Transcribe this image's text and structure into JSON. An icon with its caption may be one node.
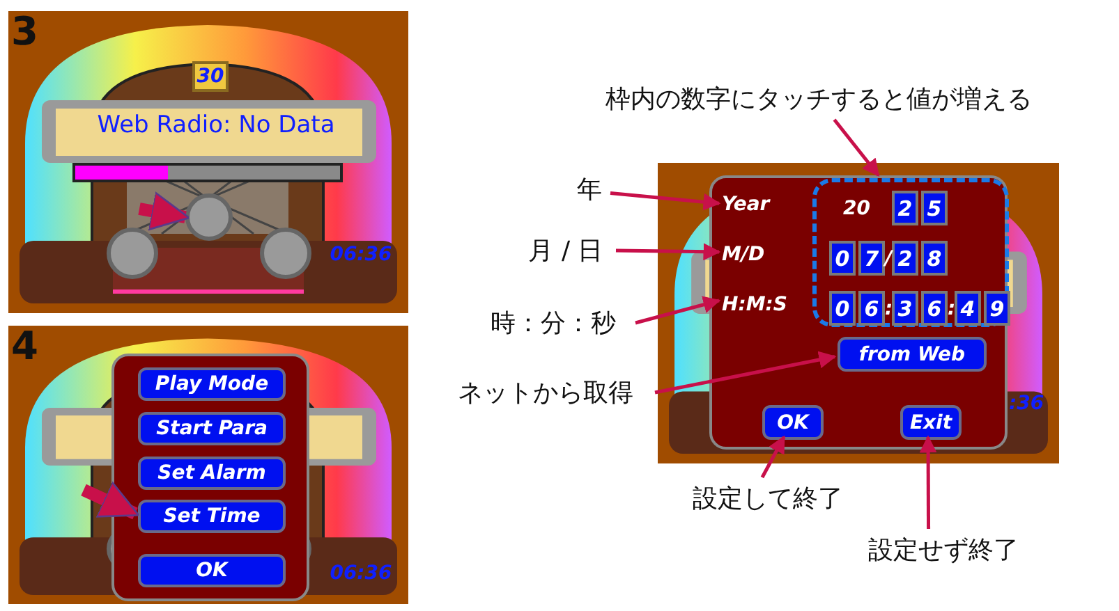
{
  "diagram": {
    "nodes": [
      {
        "text": [],
        "shape": "picture"
      },
      {
        "text": [
          "30"
        ],
        "in": 0
      },
      {
        "text": [
          "Web Radio: No Data"
        ],
        "in": 0
      },
      {
        "text": [],
        "shape": "bar",
        "in": 0
      },
      {
        "text": [],
        "shape": "circle",
        "in": 0
      },
      {
        "text": [
          "06:36"
        ],
        "in": 0
      },
      {
        "text": [],
        "shape": "picture"
      },
      {
        "text": [],
        "shape": "box",
        "in": 6
      },
      {
        "text": [
          "Play Mode"
        ],
        "in": 7
      },
      {
        "text": [
          "Start Para"
        ],
        "in": 7
      },
      {
        "text": [
          "Set Alarm"
        ],
        "in": 7
      },
      {
        "text": [
          "Set Time"
        ],
        "in": 7
      },
      {
        "text": [
          "OK"
        ],
        "in": 7
      },
      {
        "text": [
          "06:36"
        ],
        "in": 6
      },
      {
        "text": [],
        "shape": "picture"
      },
      {
        "text": [],
        "shape": "box",
        "in": 14
      },
      {
        "text": [
          "Year"
        ],
        "in": 15
      },
      {
        "text": [
          "M/D"
        ],
        "in": 15
      },
      {
        "text": [
          "H:M:S"
        ],
        "in": 15
      },
      {
        "text": [],
        "shape": "box",
        "in": 15
      },
      {
        "text": [
          "2"
        ],
        "in": 19
      },
      {
        "text": [
          "5"
        ],
        "in": 19
      },
      {
        "text": [
          "0"
        ],
        "in": 19
      },
      {
        "text": [
          "7"
        ],
        "in": 19
      },
      {
        "text": [
          "2"
        ],
        "in": 19
      },
      {
        "text": [
          "8"
        ],
        "in": 19
      },
      {
        "text": [
          "0"
        ],
        "in": 19
      },
      {
        "text": [
          "6"
        ],
        "in": 19
      },
      {
        "text": [
          "3"
        ],
        "in": 19
      },
      {
        "text": [
          "6"
        ],
        "in": 19
      },
      {
        "text": [
          "4"
        ],
        "in": 19
      },
      {
        "text": [
          "9"
        ],
        "in": 19
      },
      {
        "text": [
          "from Web"
        ],
        "in": 15
      },
      {
        "text": [
          "OK"
        ],
        "in": 15
      },
      {
        "text": [
          "Exit"
        ],
        "in": 15
      },
      {
        "text": [
          "枠内の数字にタッチすると値が増える"
        ]
      },
      {
        "text": [
          "年"
        ]
      },
      {
        "text": [
          "月 / 日"
        ]
      },
      {
        "text": [
          "時：分：秒"
        ]
      },
      {
        "text": [
          "ネットから取得"
        ]
      },
      {
        "text": [
          "設定して終了"
        ]
      },
      {
        "text": [
          "設定せず終了"
        ]
      }
    ],
    "edges": [
      {
        "from": null,
        "to": 4,
        "arrow": "to",
        "style": "thick"
      },
      {
        "from": null,
        "to": 11,
        "arrow": "to",
        "style": "thick"
      },
      {
        "from": 35,
        "to": 19,
        "arrow": "to"
      },
      {
        "from": 36,
        "to": 16,
        "arrow": "to"
      },
      {
        "from": 37,
        "to": 17,
        "arrow": "to"
      },
      {
        "from": 38,
        "to": 18,
        "arrow": "to"
      },
      {
        "from": 39,
        "to": 32,
        "arrow": "to"
      },
      {
        "from": 40,
        "to": 33,
        "arrow": "to"
      },
      {
        "from": 41,
        "to": 34,
        "arrow": "to"
      }
    ],
    "labels": [
      "3",
      "4",
      "20",
      "/",
      ":",
      ":",
      ":36"
    ]
  }
}
